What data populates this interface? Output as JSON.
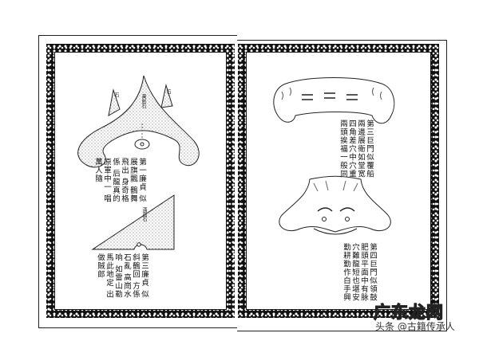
{
  "left_page": {
    "figure1": {
      "labels": [
        "萬劍石",
        "石",
        "石"
      ],
      "text_columns": [
        "第一廉貞",
        "似展旗飄",
        "鶴舞飛出",
        "身奇格係",
        "后龍真的",
        "原軍中一",
        "唱萬人隨"
      ]
    },
    "figure2": {
      "labels": [
        "滿面石"
      ],
      "text_columns": [
        "第三廉貞",
        "似斜鶴回",
        "方係石亂",
        "高崗水响",
        "如雷山勒",
        "馬此地定",
        "出做賊郎"
      ]
    }
  },
  "right_page": {
    "figure1": {
      "text_columns": [
        "第三巨門似覆船",
        "兩邊展衛如堂宽",
        "四角差穴中穴重",
        "兩頭挨福一般同"
      ]
    },
    "figure2": {
      "text_columns": [
        "第四巨門似領鼓",
        "肥頭平面中有脉",
        "穴難龍短也堪安",
        "勤耕勤作白手興"
      ]
    }
  },
  "watermark": {
    "logo": "广东龙网",
    "caption": "头条 @古籍传承人"
  }
}
